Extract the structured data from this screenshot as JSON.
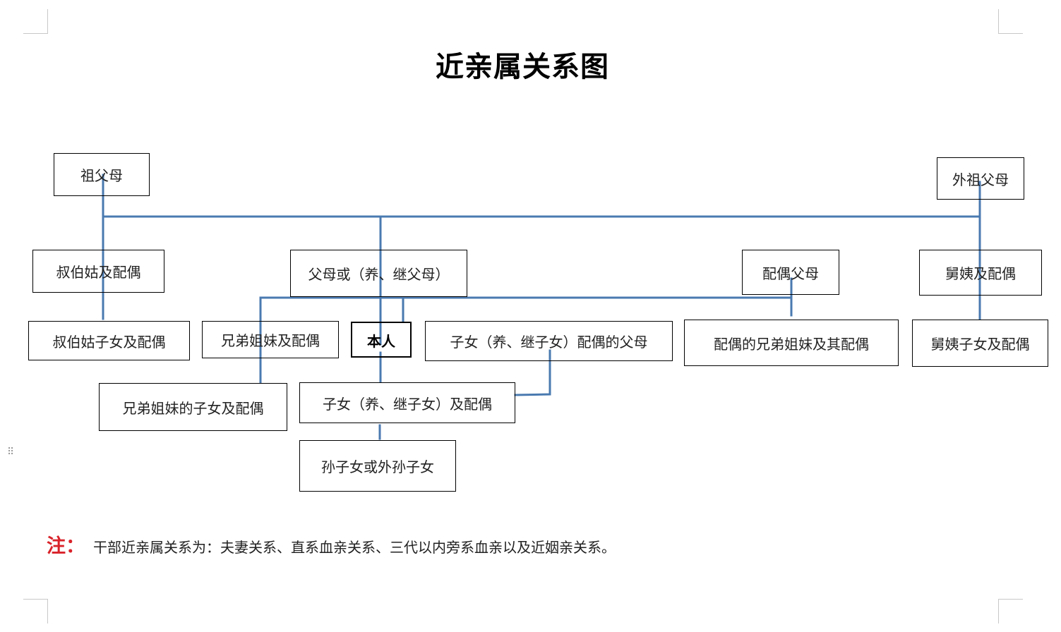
{
  "title": "近亲属关系图",
  "boxes": {
    "grandparents": "祖父母",
    "maternal_grandparents": "外祖父母",
    "paternal_aunts_uncles": "叔伯姑及配偶",
    "parents": "父母或（养、继父母）",
    "spouse_parents": "配偶父母",
    "maternal_aunts_uncles": "舅姨及配偶",
    "paternal_cousins": "叔伯姑子女及配偶",
    "siblings": "兄弟姐妹及配偶",
    "self": "本人",
    "children_spouse_parents": "子女（养、继子女）配偶的父母",
    "spouse_siblings": "配偶的兄弟姐妹及其配偶",
    "maternal_cousins": "舅姨子女及配偶",
    "siblings_children": "兄弟姐妹的子女及配偶",
    "children": "子女（养、继子女）及配偶",
    "grandchildren": "孙子女或外孙子女"
  },
  "note": {
    "label": "注：",
    "text": "干部近亲属关系为：夫妻关系、直系血亲关系、三代以内旁系血亲以及近姻亲关系。"
  },
  "colors": {
    "connector": "#4a7ab0",
    "note_label": "#d9232a",
    "box_border": "#000000"
  }
}
